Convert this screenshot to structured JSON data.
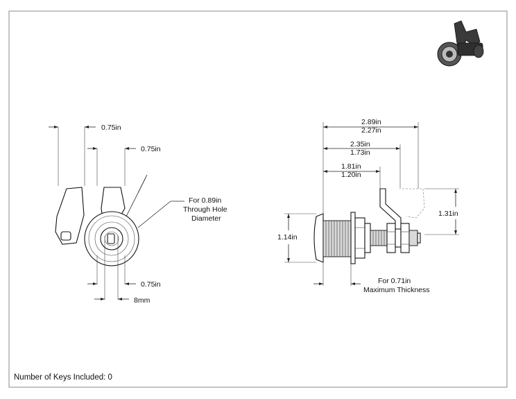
{
  "footer": {
    "keys_text": "Number of Keys Included: 0"
  },
  "left_view": {
    "dim_top_1": "0.75in",
    "dim_top_2": "0.75in",
    "dim_bottom_1": "0.75in",
    "dim_bottom_2": "8mm",
    "hole_note": [
      "For 0.89in",
      "Through Hole",
      "Diameter"
    ]
  },
  "right_view": {
    "dim_overall": [
      "2.89in",
      "2.27in"
    ],
    "dim_mid": [
      "2.35in",
      "1.73in"
    ],
    "dim_short": [
      "1.81in",
      "1.20in"
    ],
    "dim_height": "1.31in",
    "dim_flange": "1.14in",
    "thickness_note": [
      "For 0.71in",
      "Maximum Thickness"
    ]
  }
}
